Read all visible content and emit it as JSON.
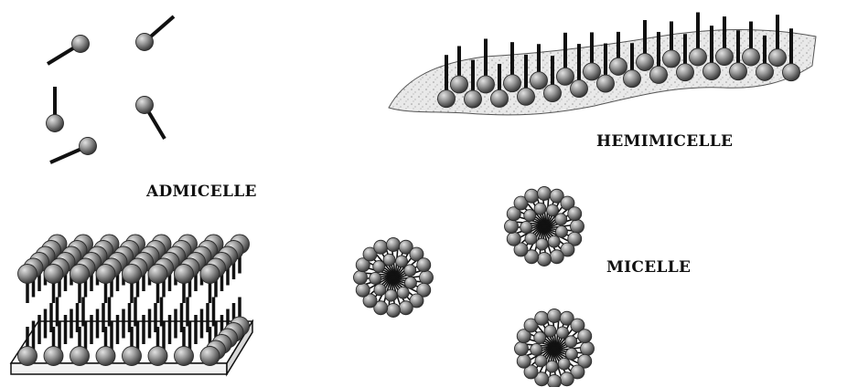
{
  "labels": {
    "admicelle": "ADMICELLE",
    "hemimicelle": "HEMIMICELLE",
    "micelle": "MICELLE"
  },
  "colors": {
    "head_light": "#dcdcdc",
    "head_mid": "#8c8c8c",
    "head_dark": "#3c3c3c",
    "tail": "#111111",
    "substrate_fill": "#e6e6e6",
    "plate_fill": "#ffffff"
  }
}
